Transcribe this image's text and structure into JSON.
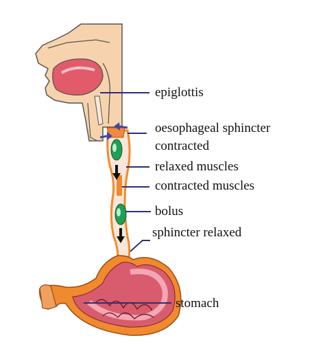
{
  "labels": {
    "epiglottis": "epiglottis",
    "oesophageal_sphincter_line1": "oesophageal sphincter",
    "oesophageal_sphincter_line2": "contracted",
    "relaxed_muscles": "relaxed muscles",
    "contracted_muscles": "contracted muscles",
    "bolus": "bolus",
    "sphincter_relaxed": "sphincter relaxed",
    "stomach": "stomach"
  },
  "colors": {
    "skin": "#f7d3ad",
    "skin_outline": "#555555",
    "mouth": "#e25b6b",
    "mouth_light": "#f6c4c8",
    "oesophagus": "#f08a2c",
    "oesophagus_light": "#f9e6d8",
    "bolus": "#1fa055",
    "bolus_light": "#bff0cf",
    "sphincter": "#f28a3c",
    "arrow_blue": "#3f47a5",
    "stomach_outer": "#f08a2c",
    "stomach_inner": "#d85c6d",
    "stomach_pink": "#f2a7b4",
    "leader": "#2a2f7a"
  }
}
